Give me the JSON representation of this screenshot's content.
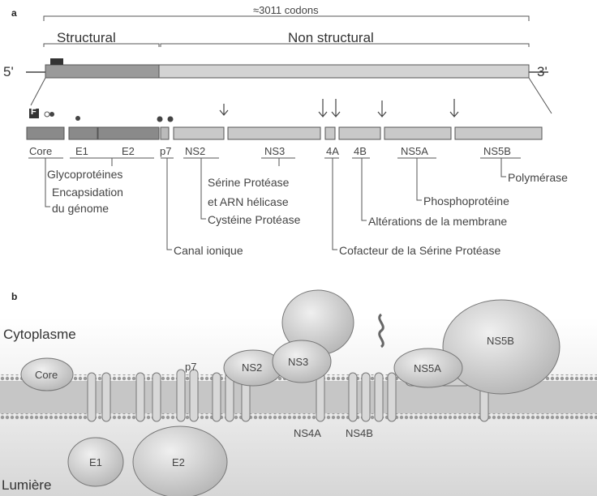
{
  "panel_a": {
    "letter": "a",
    "codons": "≈3011 codons",
    "structural": "Structural",
    "non_structural": "Non structural",
    "five_prime": "5'",
    "three_prime": "3'",
    "legend_mark": "F",
    "proteins": [
      "Core",
      "E1",
      "E2",
      "p7",
      "NS2",
      "NS3",
      "4A",
      "4B",
      "NS5A",
      "NS5B"
    ],
    "annotations": {
      "glycoproteines": "Glycoprotéines",
      "encapsidation": "Encapsidation",
      "du_genome": "du génome",
      "canal_ionique": "Canal ionique",
      "cysteine_protease": "Cystéine Protéase",
      "serine_protease": "Sérine Protéase",
      "arn_helicase": "et ARN hélicase",
      "cofacteur": "Cofacteur de la Sérine Protéase",
      "alterations": "Altérations de la membrane",
      "phosphoproteine": "Phosphoprotéine",
      "polymerase": "Polymérase"
    }
  },
  "panel_b": {
    "letter": "b",
    "cytoplasme": "Cytoplasme",
    "lumiere": "Lumière",
    "labels": {
      "core": "Core",
      "e1": "E1",
      "e2": "E2",
      "p7": "p7",
      "ns2": "NS2",
      "ns3": "NS3",
      "ns4a": "NS4A",
      "ns4b": "NS4B",
      "ns5a": "NS5A",
      "ns5b": "NS5B"
    }
  },
  "colors": {
    "bar_fill": "#c9c9c9",
    "bar_dark": "#8a8a8a",
    "membrane": "#b8b8b8",
    "blob": "#cfcfcf"
  }
}
